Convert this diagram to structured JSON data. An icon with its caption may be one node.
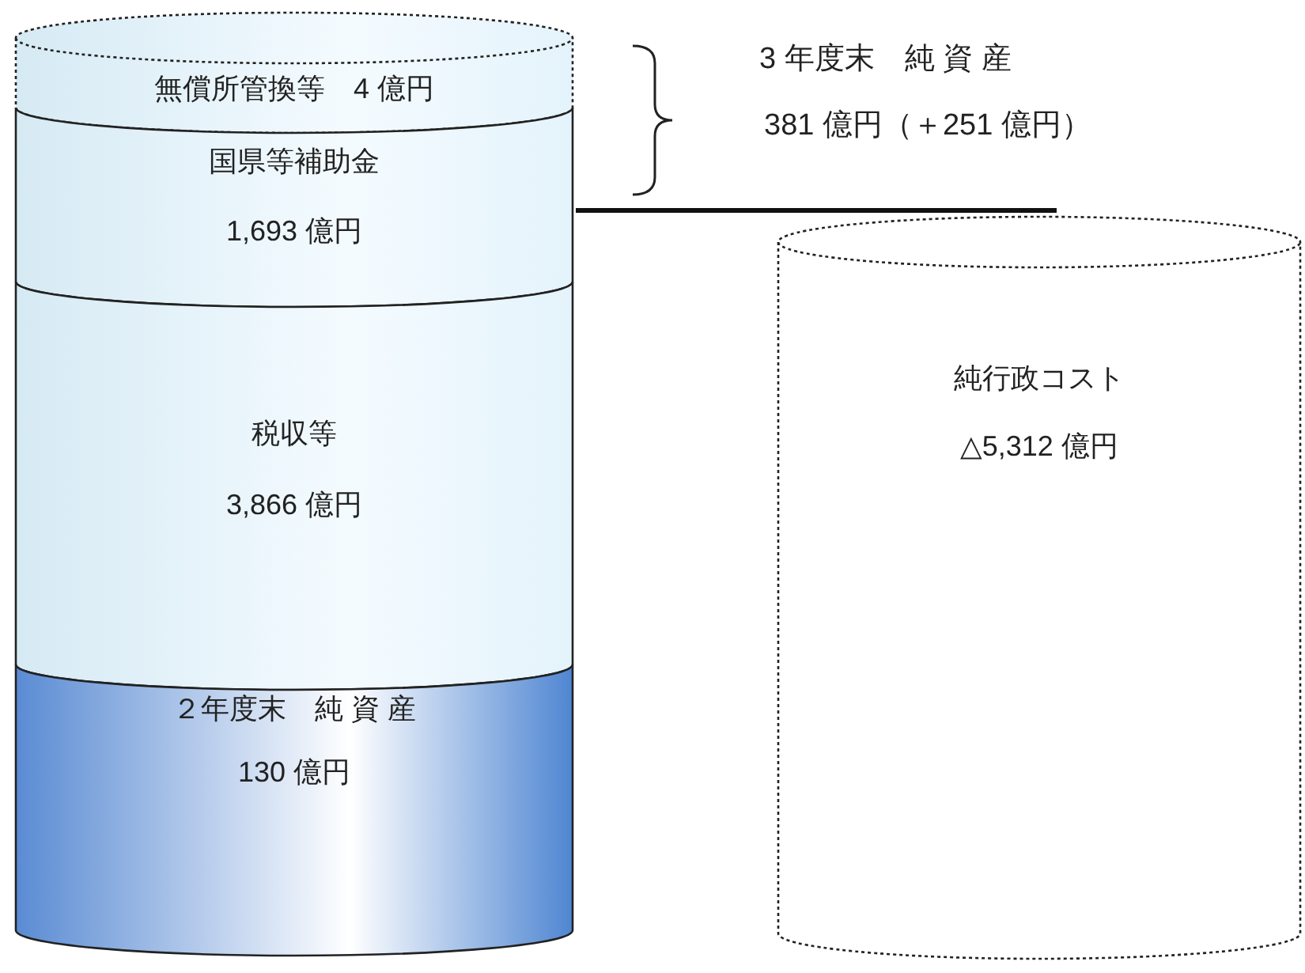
{
  "diagram": {
    "nodes": [
      {
        "text": [
          "無償所管換等　4 億円"
        ]
      },
      {
        "text": [
          "国県等補助金",
          "1,693 億円"
        ]
      },
      {
        "text": [
          "税収等",
          "3,866 億円"
        ]
      },
      {
        "text": [
          "２年度末　純 資 産",
          "130 億円"
        ]
      },
      {
        "text": [
          "純行政コスト",
          "△5,312 億円"
        ]
      }
    ],
    "edges": [],
    "labels": [
      "3 年度末　純 資 産",
      "381 億円（＋251 億円）"
    ]
  }
}
